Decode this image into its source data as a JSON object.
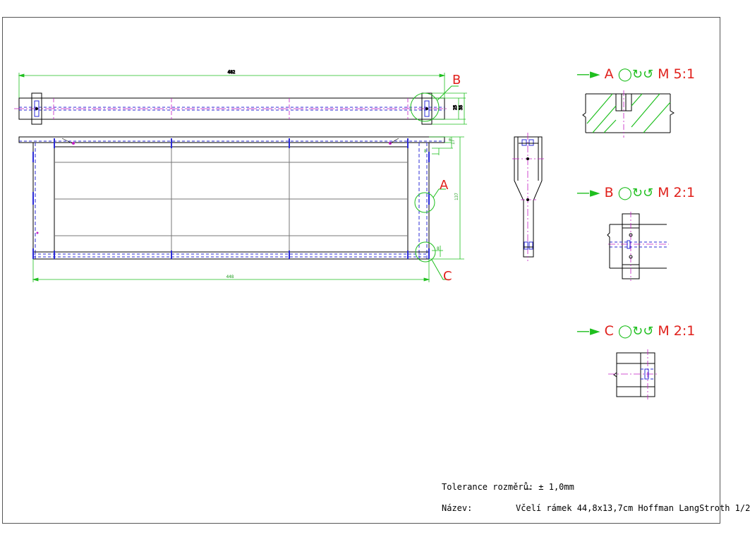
{
  "dimensions": {
    "top_view_length": "482",
    "top_view_height_1": "25",
    "top_view_height_2": "35",
    "front_view_length": "448",
    "front_view_height": "137",
    "front_small_1": "6",
    "front_small_2": "17",
    "front_small_3": "8",
    "bottom_small": "8"
  },
  "callouts": {
    "a": "A",
    "b": "B",
    "c": "C"
  },
  "details": [
    {
      "letter": "A",
      "scale": "M 5:1"
    },
    {
      "letter": "B",
      "scale": "M 2:1"
    },
    {
      "letter": "C",
      "scale": "M 2:1"
    }
  ],
  "title_block": {
    "tolerance_label": "Tolerance rozměrů:",
    "tolerance_value": "± 1,0mm",
    "name_label": "Název:",
    "name_value": "Včelí rámek 44,8x13,7cm Hoffman LangStroth 1/2"
  },
  "colors": {
    "outline": "#000000",
    "dimension": "#1fbf1f",
    "hidden": "#2b2bd6",
    "centerline": "#c41fc4",
    "callout": "#e0201b"
  }
}
